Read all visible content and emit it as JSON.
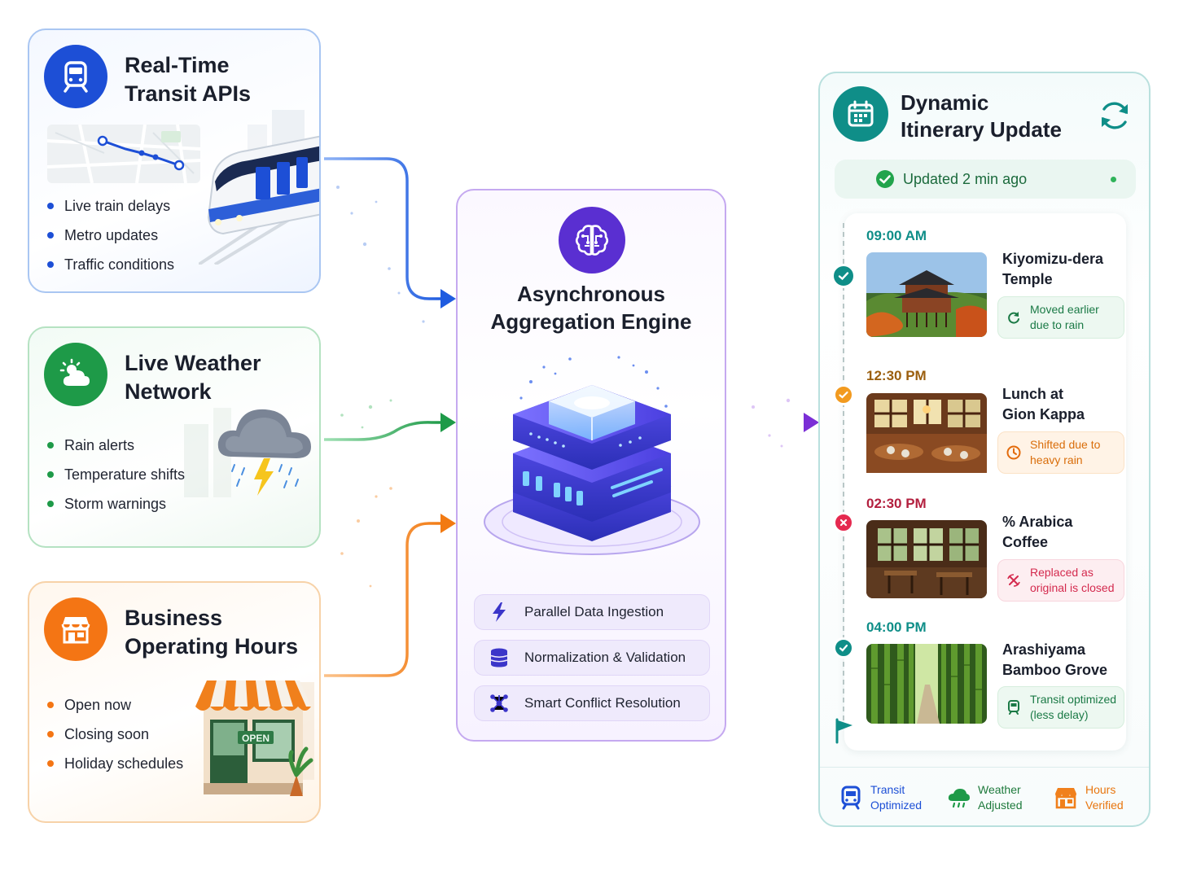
{
  "sources": [
    {
      "title": "Real-Time Transit APIs",
      "title_lines": [
        "Real-Time",
        "Transit APIs"
      ],
      "icon": "train-icon",
      "color": "#1d4fd6",
      "bullets": [
        "Live train delays",
        "Metro updates",
        "Traffic conditions"
      ]
    },
    {
      "title": "Live Weather Network",
      "title_lines": [
        "Live Weather",
        "Network"
      ],
      "icon": "weather-icon",
      "color": "#1e9a48",
      "bullets": [
        "Rain alerts",
        "Temperature shifts",
        "Storm warnings"
      ]
    },
    {
      "title": "Business Operating Hours",
      "title_lines": [
        "Business",
        "Operating Hours"
      ],
      "icon": "storefront-icon",
      "color": "#f47514",
      "bullets": [
        "Open now",
        "Closing soon",
        "Holiday schedules"
      ],
      "sign": "OPEN"
    }
  ],
  "engine": {
    "title_lines": [
      "Asynchronous",
      "Aggregation Engine"
    ],
    "icon": "brain-circuit-icon",
    "features": [
      {
        "label": "Parallel Data Ingestion",
        "icon": "lightning-icon"
      },
      {
        "label": "Normalization & Validation",
        "icon": "database-icon"
      },
      {
        "label": "Smart Conflict Resolution",
        "icon": "network-nodes-icon"
      }
    ]
  },
  "itinerary": {
    "title_lines": [
      "Dynamic",
      "Itinerary Update"
    ],
    "icon": "calendar-icon",
    "status": "Updated 2 min ago",
    "stops": [
      {
        "time": "09:00 AM",
        "place_lines": [
          "Kiyomizu-dera",
          "Temple"
        ],
        "note_lines": [
          "Moved earlier",
          "due to rain"
        ],
        "status": "ok",
        "accent": "#0f8e88",
        "note_color": "#1b7a46",
        "note_bg": "#edf8f1"
      },
      {
        "time": "12:30 PM",
        "place_lines": [
          "Lunch at",
          "Gion Kappa"
        ],
        "note_lines": [
          "Shifted due to",
          "heavy rain"
        ],
        "status": "shifted",
        "accent": "#c97a10",
        "note_color": "#d96d0a",
        "note_bg": "#fff3e6"
      },
      {
        "time": "02:30 PM",
        "place_lines": [
          "% Arabica",
          "Coffee"
        ],
        "note_lines": [
          "Replaced as",
          "original is closed"
        ],
        "status": "replaced",
        "accent": "#d9234a",
        "note_color": "#d42a4e",
        "note_bg": "#fdeef1"
      },
      {
        "time": "04:00 PM",
        "place_lines": [
          "Arashiyama",
          "Bamboo Grove"
        ],
        "note_lines": [
          "Transit optimized",
          "(less delay)"
        ],
        "status": "ok",
        "accent": "#0f8e88",
        "note_color": "#1b7a46",
        "note_bg": "#edf8f1"
      }
    ],
    "footer": [
      {
        "lines": [
          "Transit",
          "Optimized"
        ],
        "color": "#1d4fd6",
        "icon": "train-icon"
      },
      {
        "lines": [
          "Weather",
          "Adjusted"
        ],
        "color": "#1e7a3c",
        "icon": "cloud-rain-icon"
      },
      {
        "lines": [
          "Hours",
          "Verified"
        ],
        "color": "#e8760f",
        "icon": "storefront-icon"
      }
    ]
  }
}
